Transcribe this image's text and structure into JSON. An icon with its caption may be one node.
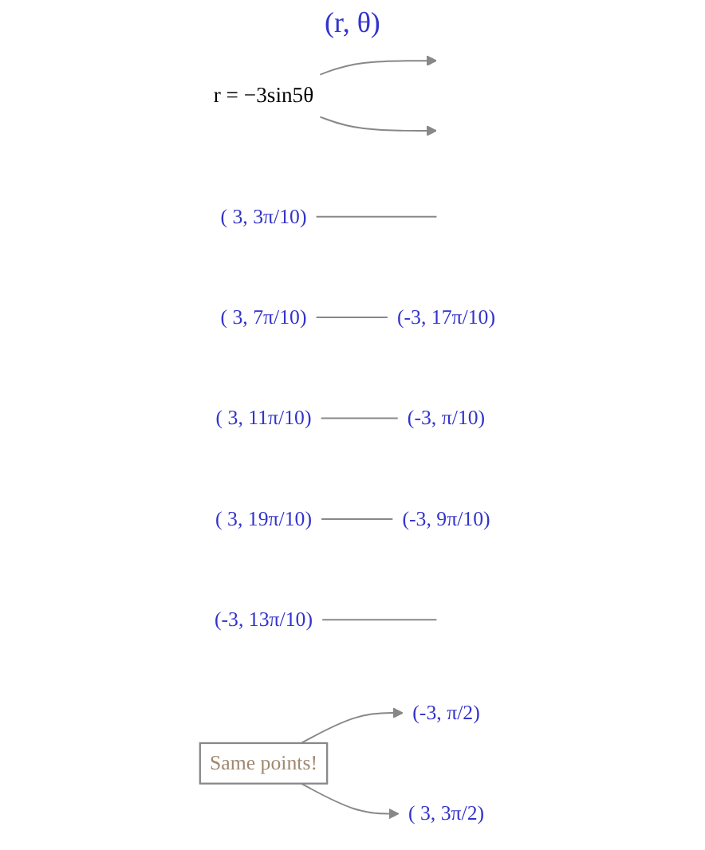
{
  "diagram": {
    "nodes": [
      {
        "text": [
          "r = −3sin5θ"
        ]
      },
      {
        "text": [
          "( 3, 3π/10)"
        ]
      },
      {
        "text": [
          "( 3, 7π/10)"
        ]
      },
      {
        "text": [
          "( 3, 11π/10)"
        ]
      },
      {
        "text": [
          "( 3, 3π/2)"
        ]
      },
      {
        "text": [
          "( 3, 19π/10)"
        ]
      },
      {
        "text": [
          "(-3, π/10)"
        ]
      },
      {
        "text": [
          "(-3, π/2)"
        ]
      },
      {
        "text": [
          "(-3, 9π/10)"
        ]
      },
      {
        "text": [
          "(-3, 13π/10)"
        ]
      },
      {
        "text": [
          "(-3, 17π/10)"
        ]
      },
      {
        "text": [
          "Same points!"
        ]
      }
    ],
    "edges": [
      {
        "from": 0,
        "to": null,
        "arrow": "to"
      },
      {
        "from": 0,
        "to": null,
        "arrow": "to"
      },
      {
        "from": 1,
        "to": null,
        "arrow": "none"
      },
      {
        "from": 2,
        "to": 10,
        "arrow": "none"
      },
      {
        "from": 3,
        "to": 6,
        "arrow": "none"
      },
      {
        "from": 5,
        "to": 8,
        "arrow": "none"
      },
      {
        "from": 9,
        "to": null,
        "arrow": "none"
      },
      {
        "from": 11,
        "to": 7,
        "arrow": "to"
      },
      {
        "from": 11,
        "to": 4,
        "arrow": "to"
      }
    ],
    "labels": [
      "(r, θ)"
    ]
  }
}
